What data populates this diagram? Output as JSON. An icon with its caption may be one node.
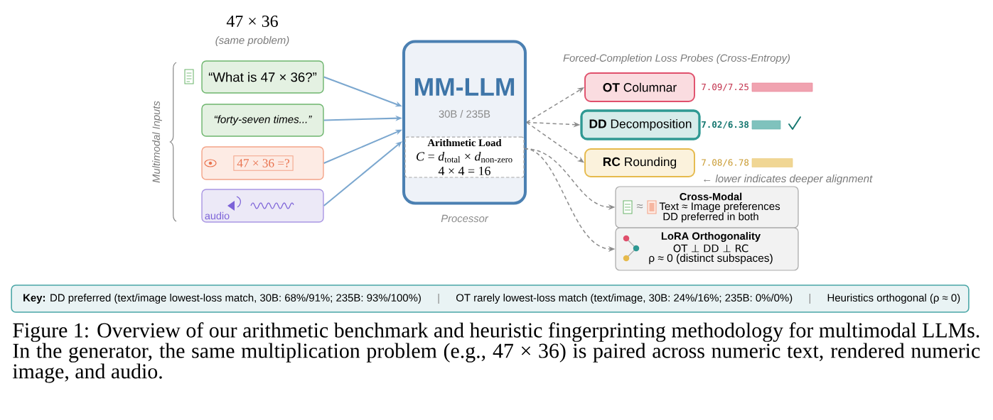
{
  "diagram": {
    "caption": "Figure 1: Overview of our arithmetic benchmark and heuristic fingerprinting methodology for multimodal LLMs. In the generator, the same multiplication problem (e.g., 47 × 36) is paired across numeric text, rendered numeric image, and audio.",
    "nodes": [
      {
        "text": [
          "“What is 47 × 36?”"
        ]
      },
      {
        "text": [
          "“forty-seven times...”"
        ]
      },
      {
        "text": [
          "47 × 36 =?"
        ]
      },
      {
        "text": [
          "audio"
        ]
      },
      {
        "text": [
          "MM-LLM",
          "30B / 235B"
        ],
        "beside": [
          "Processor"
        ]
      },
      {
        "text": [
          "Arithmetic Load",
          "*C* = *d*$_{total}$ × *d*$_{non-zero}$",
          "4 × 4 = 16"
        ],
        "in": 4
      },
      {
        "text": [
          "**OT** Columnar"
        ],
        "beside": [
          "7.09/7.25"
        ]
      },
      {
        "text": [
          "**DD** Decomposition"
        ],
        "beside": [
          "7.02/6.38"
        ]
      },
      {
        "text": [
          "**RC** Rounding"
        ],
        "beside": [
          "7.08/6.78"
        ]
      },
      {
        "text": [
          "Cross-Modal",
          "≈",
          "Text ≈ Image preferences",
          "DD preferred in both"
        ]
      },
      {
        "text": [
          "LoRA Orthogonality",
          "OT ⊥ DD ⊥ RC",
          "ρ ≈ 0 (distinct subspaces)"
        ]
      },
      {
        "text": [
          "**Key:** DD preferred (text/image lowest-loss match, 30B: 68%/91%; 235B: 93%/100%)",
          "|",
          "OT rarely lowest-loss match (text/image, 30B: 24%/16%; 235B: 0%/0%)",
          "|",
          "Heuristics orthogonal (ρ ≈ 0)"
        ]
      }
    ],
    "edges": [
      {
        "from": 0,
        "to": 4,
        "arrow": "to",
        "color": "#7ba7cf"
      },
      {
        "from": 1,
        "to": 4,
        "arrow": "to",
        "color": "#7ba7cf"
      },
      {
        "from": 2,
        "to": 4,
        "arrow": "to",
        "color": "#7ba7cf"
      },
      {
        "from": 3,
        "to": 4,
        "arrow": "to",
        "color": "#7ba7cf"
      },
      {
        "from": 4,
        "to": 6,
        "arrow": "to",
        "style": "dashed"
      },
      {
        "from": 4,
        "to": 7,
        "arrow": "to",
        "style": "dashed"
      },
      {
        "from": 4,
        "to": 8,
        "arrow": "to",
        "style": "dashed"
      },
      {
        "from": 5,
        "to": 9,
        "arrow": "to",
        "style": "dashed"
      },
      {
        "from": 5,
        "to": 10,
        "arrow": "to",
        "style": "dashed"
      }
    ],
    "labels": [
      "47 × 36",
      "(same problem)",
      "Multimodal Inputs",
      "Forced-Completion Loss Probes (Cross-Entropy)",
      "← lower indicates deeper alignment"
    ]
  }
}
